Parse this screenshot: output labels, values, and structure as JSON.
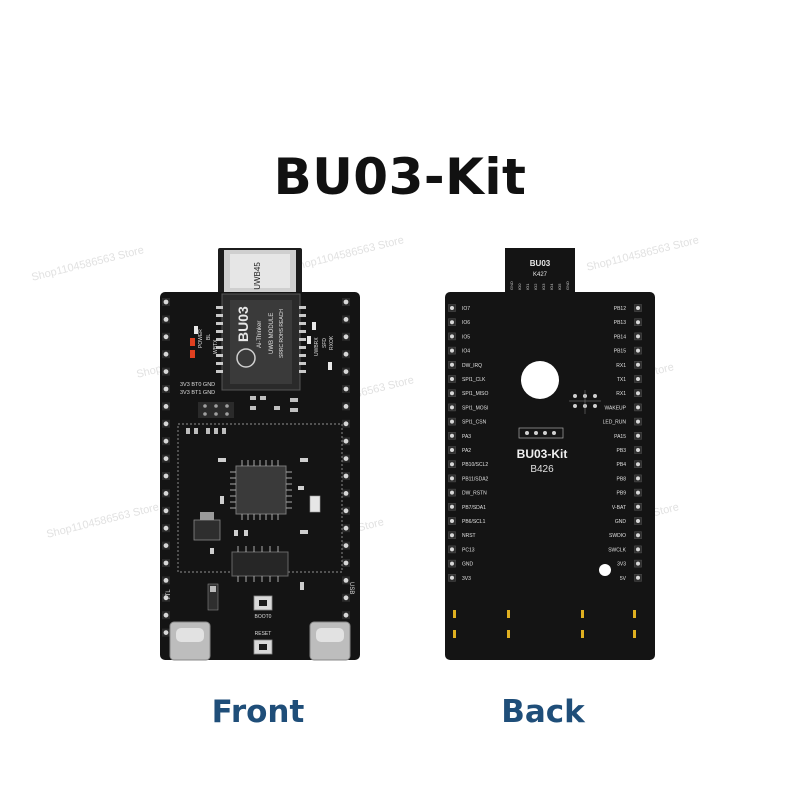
{
  "title": "BU03-Kit",
  "front": {
    "caption": "Front",
    "module": {
      "antenna_label": "UWB45",
      "name": "BU03",
      "brand": "Ai-Thinker",
      "line1": "UWB MODULE",
      "line2": "SRRC ROHS REACH"
    },
    "labels": {
      "power": "POWER",
      "led_wbtx": "WBTX",
      "led_bl": "BL",
      "uwbrx": "UWBRX",
      "led_d2": "SFD",
      "led_rx": "RXOK",
      "jumper_row1": "3V3 BT0 GND",
      "jumper_row2": "3V3 BT1 GND",
      "ttl": "TTL",
      "usb": "USB",
      "boot": "BOOT0",
      "reset": "RESET"
    }
  },
  "back": {
    "caption": "Back",
    "connector_name": "BU03",
    "connector_code": "K427",
    "connector_pins": [
      "GND",
      "IO0",
      "IO1",
      "IO2",
      "IO3",
      "IO4",
      "IO5",
      "GND"
    ],
    "board_name": "BU03-Kit",
    "board_code": "B426",
    "left_pins": [
      "IO7",
      "IO6",
      "IO5",
      "IO4",
      "DW_IRQ",
      "SPI1_CLK",
      "SPI1_MISO",
      "SPI1_MOSI",
      "SPI1_CSN",
      "PA3",
      "PA2",
      "PB10/SCL2",
      "PB11/SDA2",
      "DW_RSTN",
      "PB7/SDA1",
      "PB6/SCL1",
      "NRST",
      "PC13",
      "GND",
      "3V3"
    ],
    "right_pins": [
      "PB12",
      "PB13",
      "PB14",
      "PB15",
      "RX1",
      "TX1",
      "RX1",
      "WAKEUP",
      "LED_RUN",
      "PA15",
      "PB3",
      "PB4",
      "PB8",
      "PB9",
      "V-BAT",
      "GND",
      "SWDIO",
      "SWCLK",
      "3V3",
      "5V"
    ]
  },
  "watermark": "Shop1104586563 Store"
}
